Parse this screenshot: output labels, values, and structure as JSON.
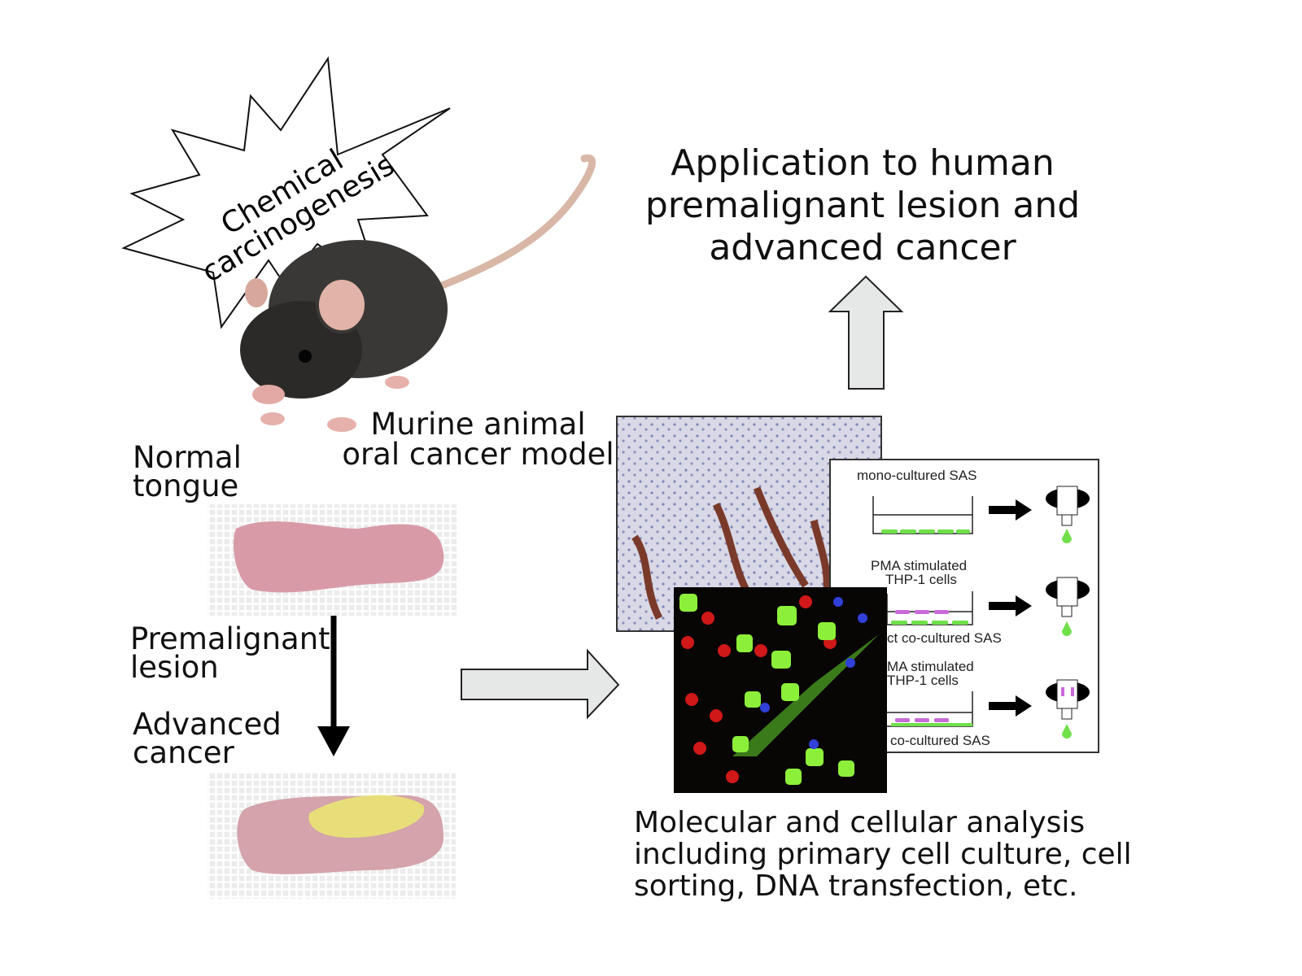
{
  "starburst": {
    "line1": "Chemical",
    "line2": "carcinogenesis"
  },
  "mouse_caption": {
    "line1": "Murine animal",
    "line2": "oral cancer model"
  },
  "stages": [
    {
      "label": "Normal\ntongue"
    },
    {
      "label": "Premalignant\nlesion"
    },
    {
      "label": "Advanced\ncancer"
    }
  ],
  "application_title": {
    "line1": "Application to human",
    "line2": "premalignant lesion and",
    "line3": "advanced cancer"
  },
  "schematic": {
    "row1_label": "mono-cultured SAS",
    "row2_top": "PMA stimulated",
    "row2_top2": "THP-1 cells",
    "row2_bottom": "ct co-cultured SAS",
    "row3_top": "MA stimulated",
    "row3_top2": "THP-1 cells",
    "row3_bottom": "co-cultured SAS"
  },
  "analysis_caption": {
    "line1": "Molecular and cellular analysis",
    "line2": "including primary cell culture, cell",
    "line3": "sorting, DNA transfection, etc."
  },
  "colors": {
    "arrow_fill": "#e6e8e8",
    "green": "#6fe04a",
    "magenta": "#c86ad8",
    "tongue": "#d99aa8",
    "tumor": "#e7de7a"
  }
}
